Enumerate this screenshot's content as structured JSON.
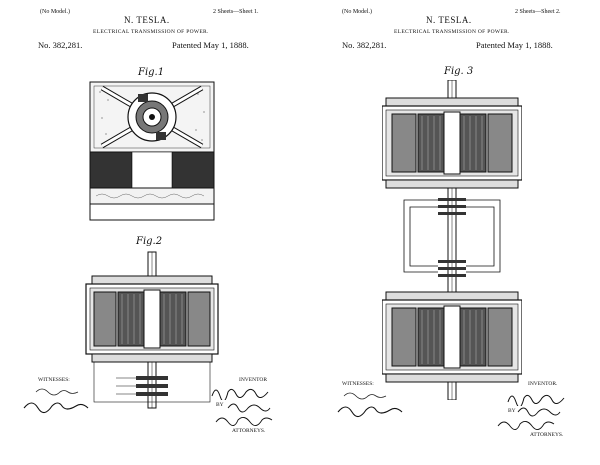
{
  "sheet1": {
    "no_model": "(No Model.)",
    "sheets": "2 Sheets—Sheet 1.",
    "inventor_name": "N. TESLA.",
    "title": "ELECTRICAL TRANSMISSION OF POWER.",
    "patent_no": "No. 382,281.",
    "patented": "Patented May 1, 1888.",
    "fig1_label": "Fig.1",
    "fig2_label": "Fig.2",
    "witnesses_label": "WITNESSES:",
    "inventor_label": "INVENTOR",
    "by_label": "BY",
    "attorneys_label": "ATTORNEYS."
  },
  "sheet2": {
    "no_model": "(No Model.)",
    "sheets": "2 Sheets—Sheet 2.",
    "inventor_name": "N. TESLA.",
    "title": "ELECTRICAL TRANSMISSION OF POWER.",
    "patent_no": "No. 382,281.",
    "patented": "Patented May 1, 1888.",
    "fig3_label": "Fig. 3",
    "witnesses_label": "WITNESSES:",
    "inventor_label": "INVENTOR.",
    "by_label": "BY",
    "attorneys_label": "ATTORNEYS."
  }
}
